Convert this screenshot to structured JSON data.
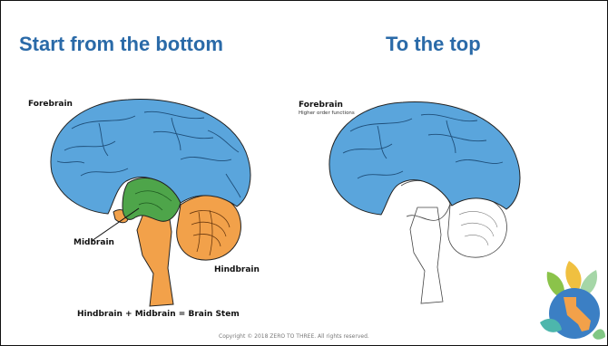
{
  "slide": {
    "title_left": "Start from the bottom",
    "title_right": "To the top",
    "left_figure": {
      "forebrain_label": "Forebrain",
      "midbrain_label": "Midbrain",
      "hindbrain_label": "Hindbrain"
    },
    "right_figure": {
      "forebrain_label": "Forebrain",
      "forebrain_sublabel": "Higher order functions"
    },
    "equation": "Hindbrain + Midbrain = Brain Stem",
    "copyright": "Copyright © 2018 ZERO TO THREE. All rights reserved."
  },
  "colors": {
    "title": "#2a6aa8",
    "forebrain": "#5aa5dc",
    "midbrain": "#4ea54a",
    "hindbrain": "#f2a14a"
  }
}
